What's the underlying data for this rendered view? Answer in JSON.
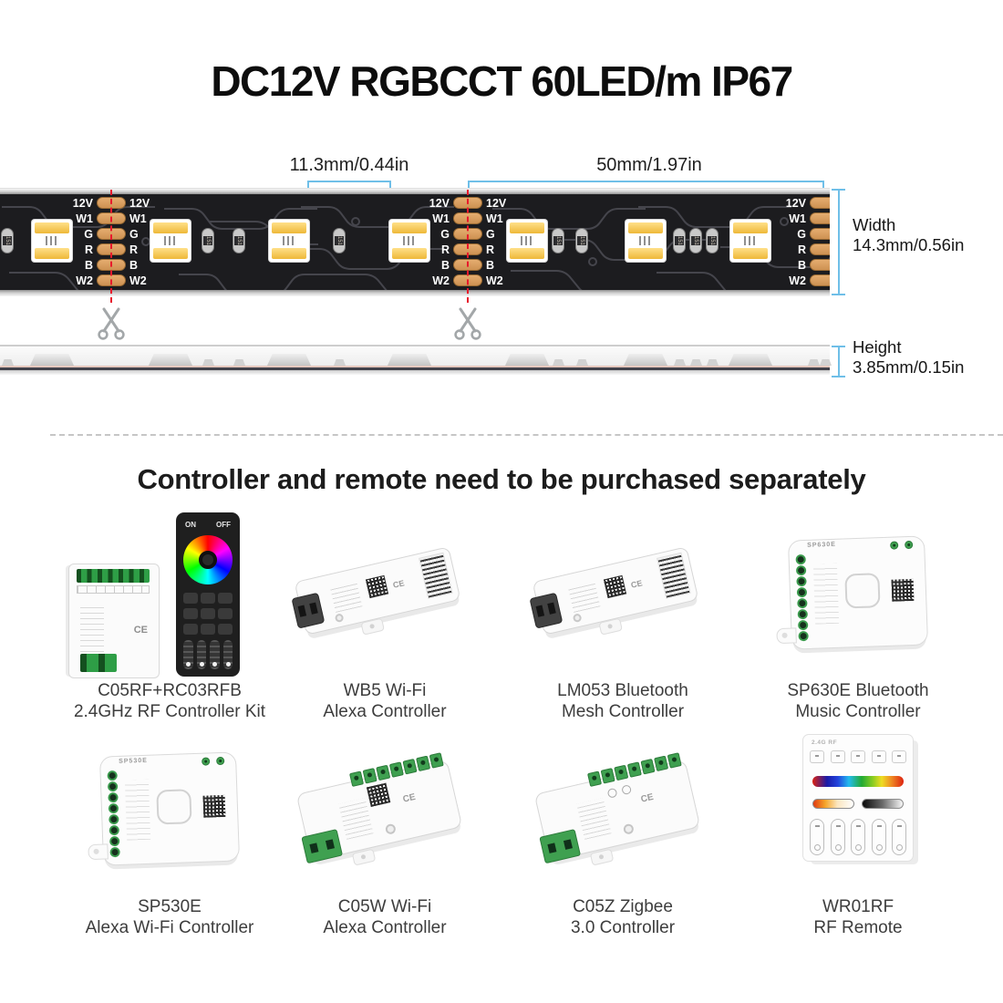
{
  "title": "DC12V RGBCCT 60LED/m IP67",
  "strip": {
    "gap_dimension": "11.3mm/0.44in",
    "cut_dimension": "50mm/1.97in",
    "width_label": "Width",
    "width_value": "14.3mm/0.56in",
    "height_label": "Height",
    "height_value": "3.85mm/0.15in",
    "pad_labels": [
      "12V",
      "W1",
      "G",
      "R",
      "B",
      "W2"
    ],
    "resistor_code": "151"
  },
  "note": "Controller and remote need to be purchased separately",
  "products": [
    {
      "line1": "C05RF+RC03RFB",
      "line2": "2.4GHz RF Controller Kit",
      "remote_on": "ON",
      "remote_off": "OFF",
      "cert": "CE"
    },
    {
      "line1": "WB5 Wi-Fi",
      "line2": "Alexa Controller",
      "cert": "CE"
    },
    {
      "line1": "LM053 Bluetooth",
      "line2": "Mesh Controller",
      "cert": "CE"
    },
    {
      "line1": "SP630E Bluetooth",
      "line2": "Music Controller",
      "side_label": "SP630E"
    },
    {
      "line1": "SP530E",
      "line2": "Alexa Wi-Fi Controller",
      "side_label": "SP530E"
    },
    {
      "line1": "C05W Wi-Fi",
      "line2": "Alexa Controller",
      "cert": "CE"
    },
    {
      "line1": "C05Z Zigbee",
      "line2": "3.0 Controller",
      "cert": "CE"
    },
    {
      "line1": "WR01RF",
      "line2": "RF Remote",
      "logo": "2.4G RF"
    }
  ],
  "icons": {
    "scissors": "✂"
  },
  "colors": {
    "dimension_blue": "#6fbfe8",
    "cut_line_red": "#e8192c",
    "pad_copper": "#d9a267",
    "led_phosphor": "#f2c246",
    "pcb_black": "#1c1c1f",
    "terminal_green": "#3fa050"
  }
}
